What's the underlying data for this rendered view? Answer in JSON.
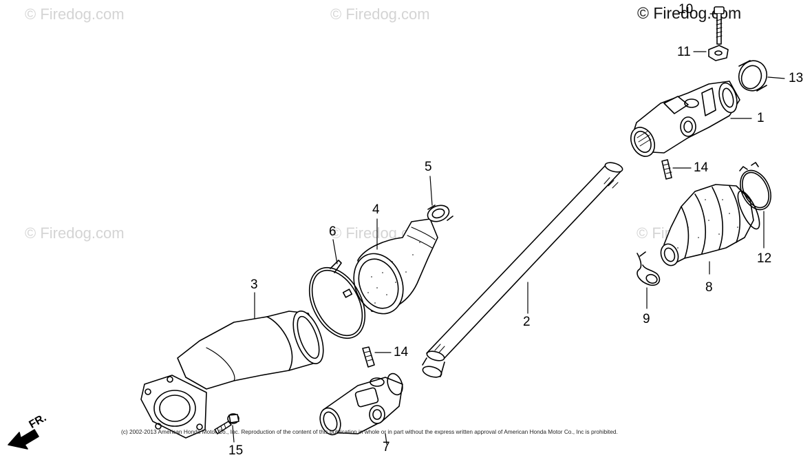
{
  "watermark": "© Firedog.com",
  "direction_label": "FR.",
  "copyright": "(c) 2002-2013 American Honda Motor Co., Inc. Reproduction of the content of this publication in whole or in part without the express written approval of American Honda Motor Co., Inc is prohibited.",
  "part_labels": {
    "p1": "1",
    "p2": "2",
    "p3": "3",
    "p4": "4",
    "p5": "5",
    "p6": "6",
    "p7": "7",
    "p8": "8",
    "p9": "9",
    "p10": "10",
    "p11": "11",
    "p12": "12",
    "p13": "13",
    "p14a": "14",
    "p14b": "14",
    "p15": "15"
  }
}
